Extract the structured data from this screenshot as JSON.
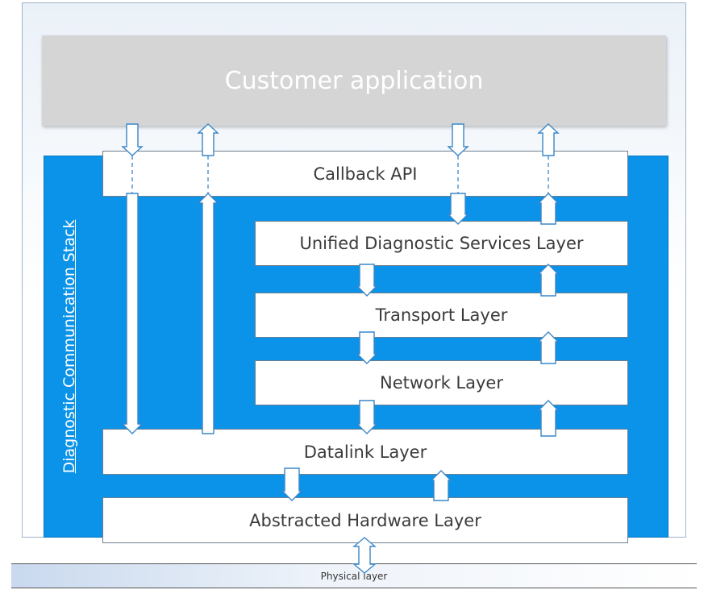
{
  "customer_application": "Customer application",
  "stack_title": "Diagnostic Communication Stack",
  "layers": {
    "callback_api": "Callback API",
    "uds": "Unified Diagnostic Services Layer",
    "transport": "Transport Layer",
    "network": "Network Layer",
    "datalink": "Datalink Layer",
    "hardware": "Abstracted Hardware Layer"
  },
  "physical_layer": "Physical layer",
  "colors": {
    "stack_blue": "#0a93e8",
    "app_gray": "#d5d5d5",
    "arrow_outline": "#3a86c8"
  }
}
